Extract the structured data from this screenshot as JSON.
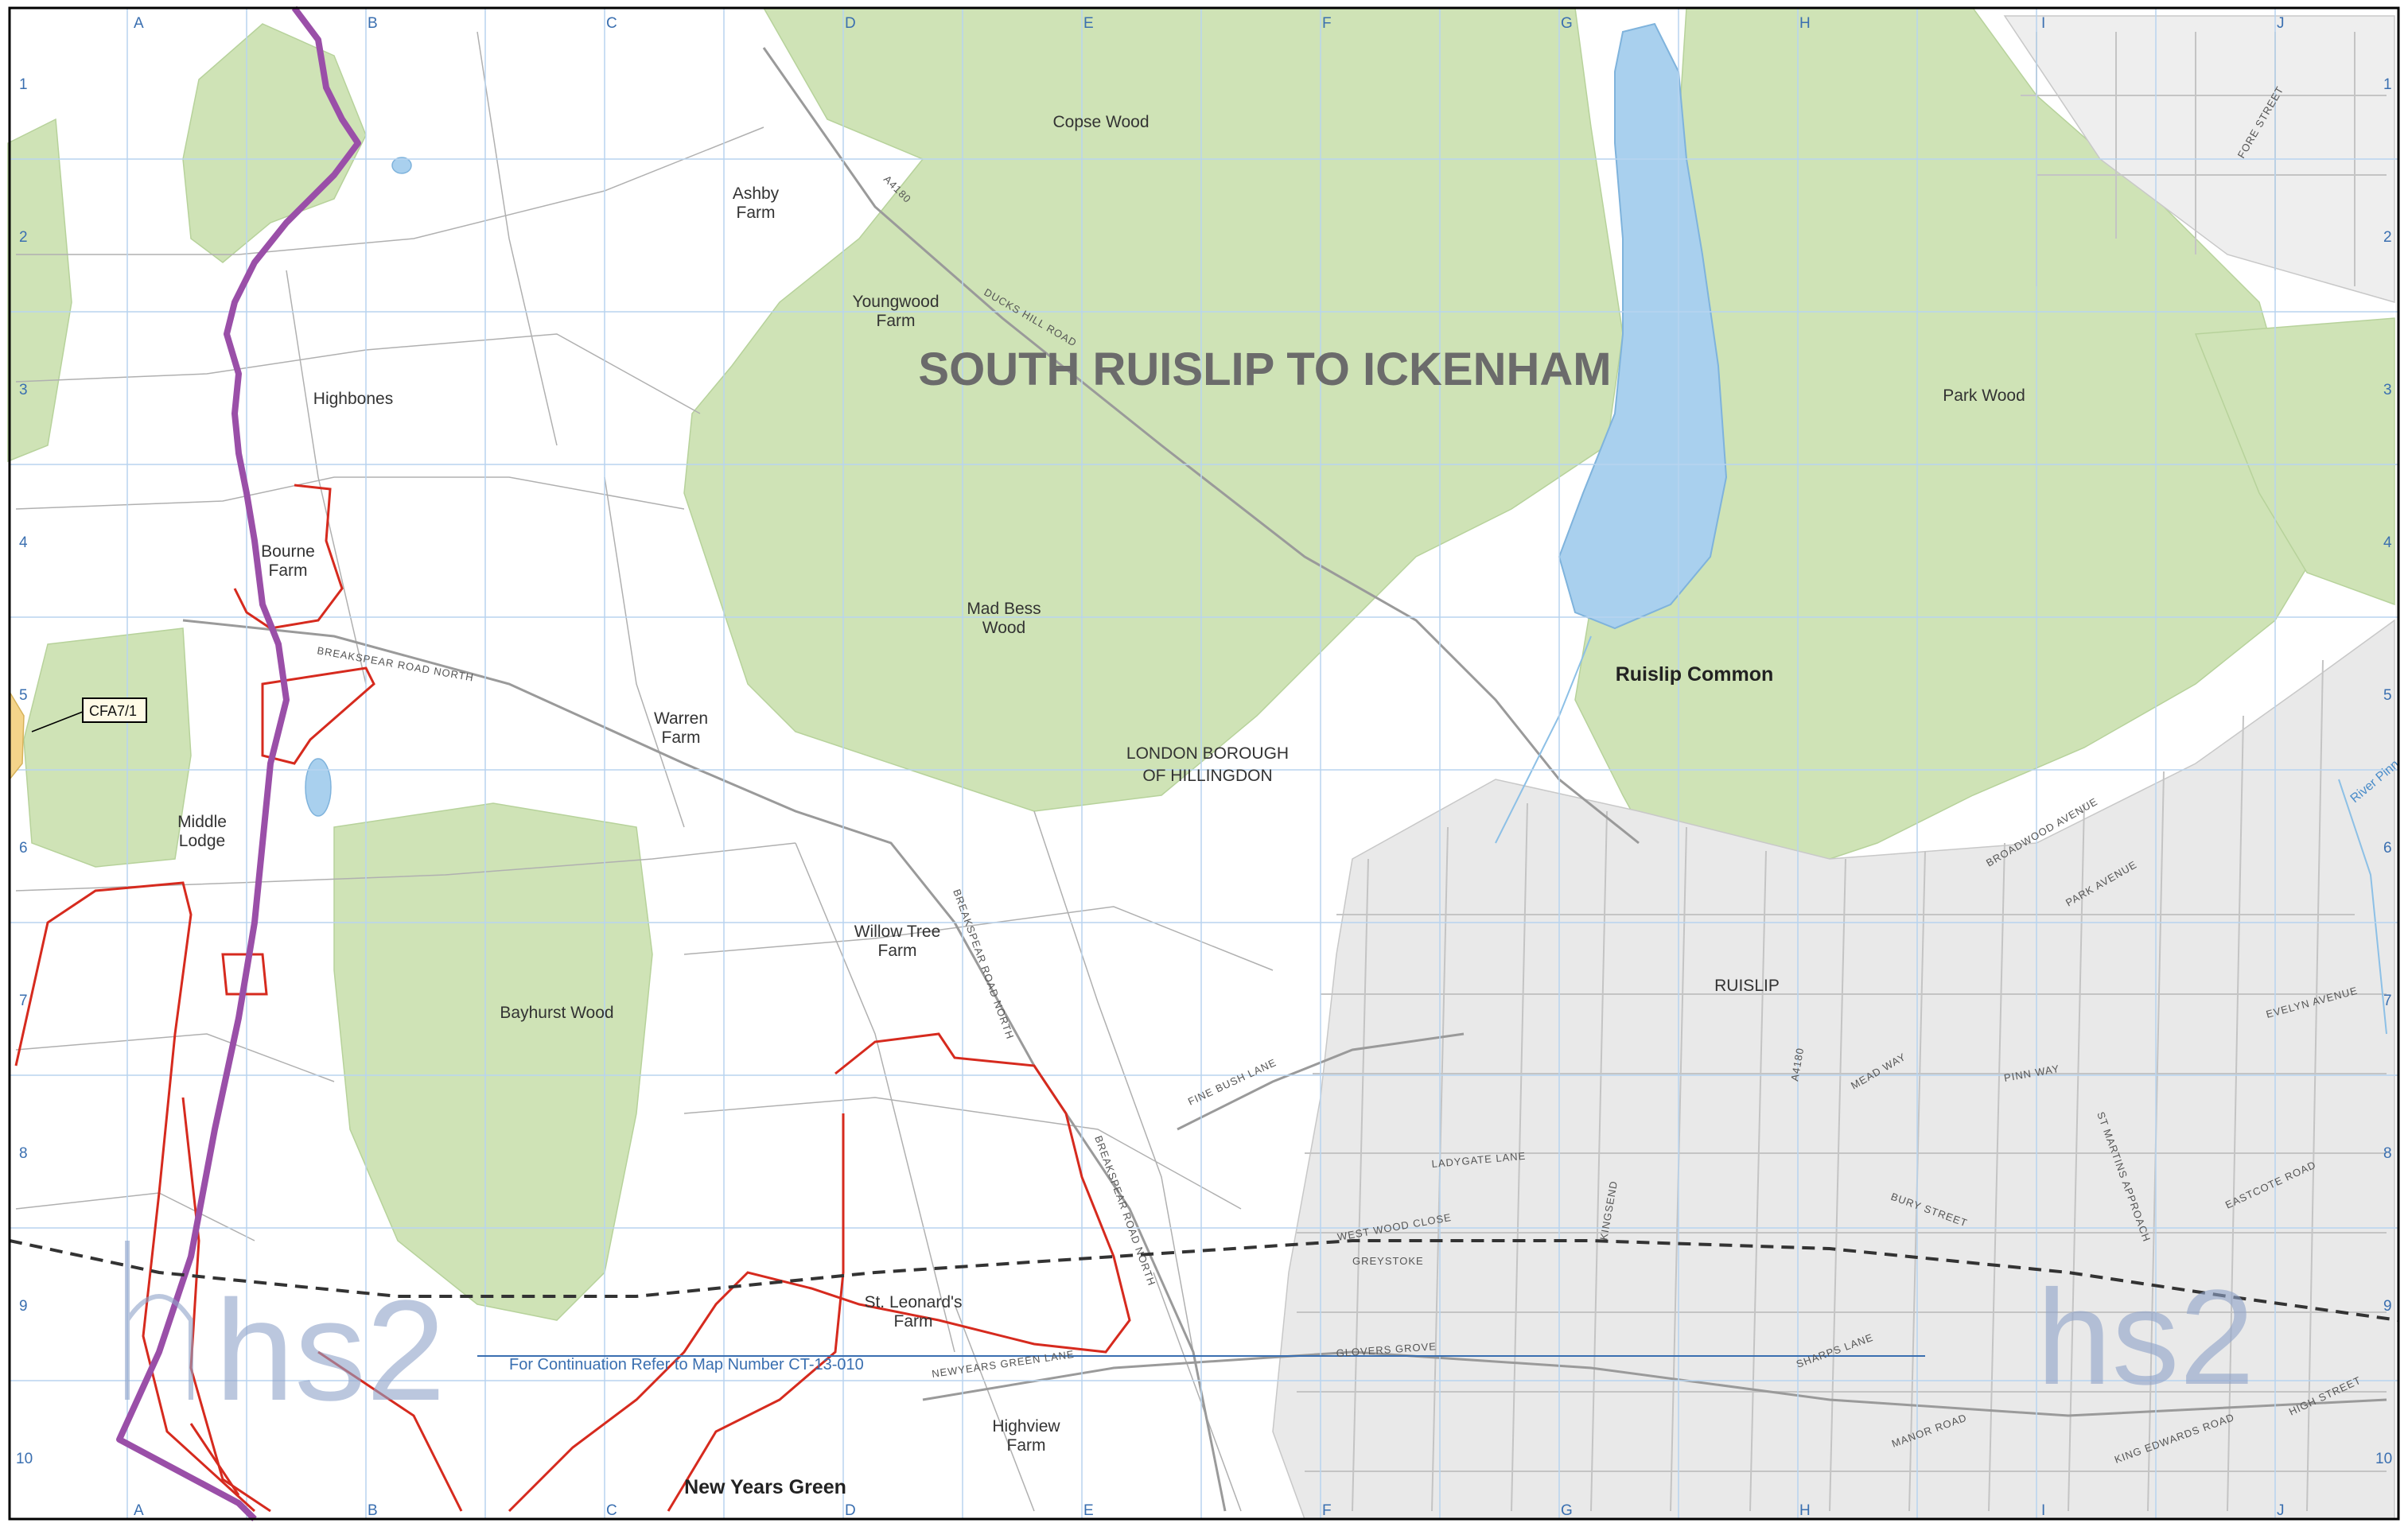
{
  "map": {
    "title": "SOUTH RUISLIP TO ICKENHAM",
    "continuation_note": "For Continuation Refer to Map Number CT-13-010",
    "logo_text": "hs2",
    "colors": {
      "woodland": "#cfe3b6",
      "water": "#a9d0ee",
      "route": "#9a4fa8",
      "boundary": "#d62a1e",
      "grid": "#b8d4ef",
      "urban": "#d9d9d9",
      "roads": "#bdbdbd"
    },
    "grid": {
      "columns": [
        "A",
        "B",
        "C",
        "D",
        "E",
        "F",
        "G",
        "H",
        "I",
        "J"
      ],
      "rows": [
        "1",
        "2",
        "3",
        "4",
        "5",
        "6",
        "7",
        "8",
        "9",
        "10"
      ]
    },
    "place_labels": [
      {
        "id": "copse-wood",
        "text": "Copse Wood"
      },
      {
        "id": "ashby",
        "text": "Ashby"
      },
      {
        "id": "ashby-farm",
        "text": "Farm"
      },
      {
        "id": "youngwood",
        "text": "Youngwood"
      },
      {
        "id": "youngwood-farm",
        "text": "Farm"
      },
      {
        "id": "highbones",
        "text": "Highbones"
      },
      {
        "id": "bourne",
        "text": "Bourne"
      },
      {
        "id": "bourne-farm",
        "text": "Farm"
      },
      {
        "id": "mad-bess",
        "text": "Mad Bess"
      },
      {
        "id": "mad-bess-wood",
        "text": "Wood"
      },
      {
        "id": "warren",
        "text": "Warren"
      },
      {
        "id": "warren-farm",
        "text": "Farm"
      },
      {
        "id": "middle",
        "text": "Middle"
      },
      {
        "id": "middle-lodge",
        "text": "Lodge"
      },
      {
        "id": "borough-1",
        "text": "LONDON BOROUGH"
      },
      {
        "id": "borough-2",
        "text": "OF HILLINGDON"
      },
      {
        "id": "willow-tree",
        "text": "Willow Tree"
      },
      {
        "id": "willow-tree-farm",
        "text": "Farm"
      },
      {
        "id": "bayhurst-wood",
        "text": "Bayhurst Wood"
      },
      {
        "id": "park-wood",
        "text": "Park Wood"
      },
      {
        "id": "ruislip-common",
        "text": "Ruislip Common"
      },
      {
        "id": "ruislip",
        "text": "RUISLIP"
      },
      {
        "id": "st-leonards",
        "text": "St. Leonard's"
      },
      {
        "id": "st-leonards-farm",
        "text": "Farm"
      },
      {
        "id": "highview",
        "text": "Highview"
      },
      {
        "id": "highview-farm",
        "text": "Farm"
      },
      {
        "id": "new-years-green",
        "text": "New Years Green"
      }
    ],
    "road_labels": [
      {
        "id": "a4180",
        "text": "A4180"
      },
      {
        "id": "ducks-hill-road",
        "text": "DUCKS HILL ROAD"
      },
      {
        "id": "breakspear-road-north-1",
        "text": "BREAKSPEAR ROAD NORTH"
      },
      {
        "id": "breakspear-road-north-2",
        "text": "BREAKSPEAR ROAD NORTH"
      },
      {
        "id": "breakspear-road-north-3",
        "text": "BREAKSPEAR ROAD NORTH"
      },
      {
        "id": "fine-bush-lane",
        "text": "FINE BUSH LANE"
      },
      {
        "id": "newyears-green-lane",
        "text": "NEWYEARS GREEN LANE"
      },
      {
        "id": "glovers-grove",
        "text": "GLOVERS GROVE"
      },
      {
        "id": "bury-street",
        "text": "BURY STREET"
      },
      {
        "id": "broadwood-avenue",
        "text": "BROADWOOD AVENUE"
      },
      {
        "id": "park-avenue",
        "text": "PARK AVENUE"
      },
      {
        "id": "pinn-way",
        "text": "PINN WAY"
      },
      {
        "id": "eastcote-road",
        "text": "EASTCOTE ROAD"
      },
      {
        "id": "king-edwards-road",
        "text": "KING EDWARDS ROAD"
      },
      {
        "id": "manor-road",
        "text": "MANOR ROAD"
      },
      {
        "id": "st-martins-approach",
        "text": "ST MARTINS APPROACH"
      },
      {
        "id": "evelyn-avenue",
        "text": "EVELYN AVENUE"
      },
      {
        "id": "high-street",
        "text": "HIGH STREET"
      },
      {
        "id": "ladygate-lane",
        "text": "LADYGATE LANE"
      },
      {
        "id": "west-wood-close",
        "text": "WEST WOOD CLOSE"
      },
      {
        "id": "greystoke",
        "text": "GREYSTOKE"
      },
      {
        "id": "fore-street",
        "text": "FORE STREET"
      },
      {
        "id": "kingsend",
        "text": "KINGSEND"
      },
      {
        "id": "sharps-lane",
        "text": "SHARPS LANE"
      },
      {
        "id": "a4180-2",
        "text": "A4180"
      },
      {
        "id": "mead-way",
        "text": "MEAD WAY"
      },
      {
        "id": "river-pinn",
        "text": "River Pinn"
      }
    ],
    "callout_label": "CFA7/1"
  }
}
